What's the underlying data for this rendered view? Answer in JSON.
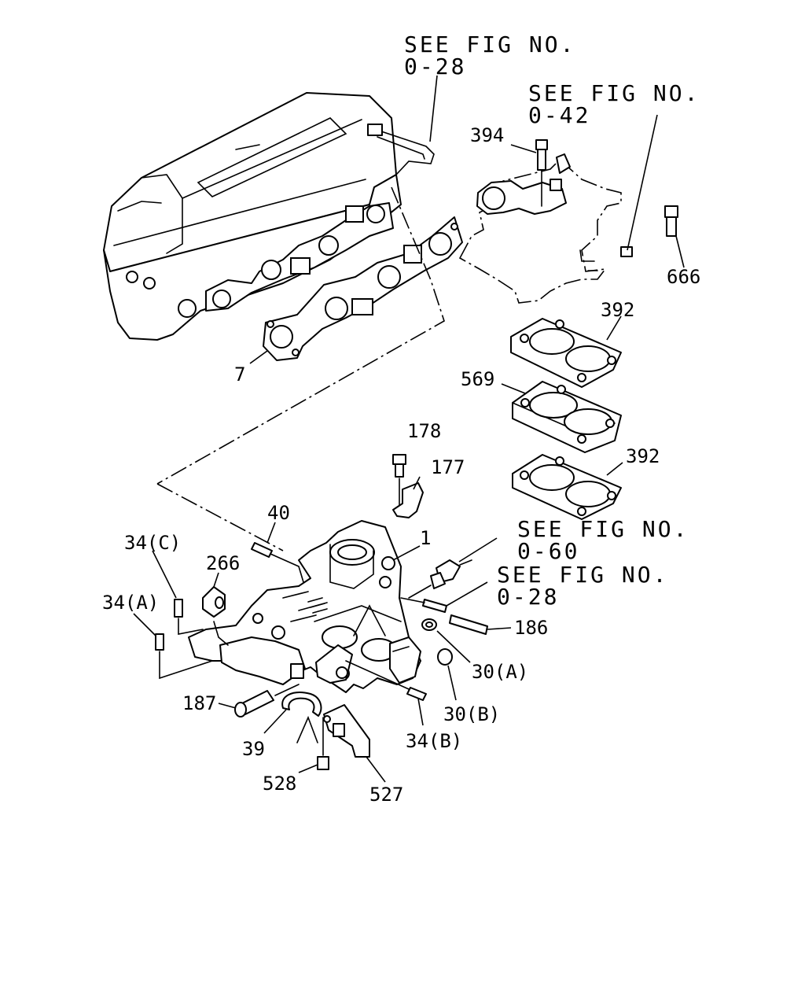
{
  "references": [
    {
      "line1": "SEE FIG NO.",
      "line2": "0-28"
    },
    {
      "line1": "SEE FIG NO.",
      "line2": "0-42"
    },
    {
      "line1": "SEE FIG NO.",
      "line2": "0-60"
    },
    {
      "line1": "SEE FIG NO.",
      "line2": "0-28"
    }
  ],
  "callouts": {
    "p394": "394",
    "p666": "666",
    "p392a": "392",
    "p569": "569",
    "p392b": "392",
    "p7": "7",
    "p178": "178",
    "p177": "177",
    "p40": "40",
    "p1": "1",
    "p34c": "34(C)",
    "p266": "266",
    "p34a": "34(A)",
    "p186": "186",
    "p30a": "30(A)",
    "p30b": "30(B)",
    "p187": "187",
    "p39": "39",
    "p34b": "34(B)",
    "p528": "528",
    "p527": "527"
  }
}
